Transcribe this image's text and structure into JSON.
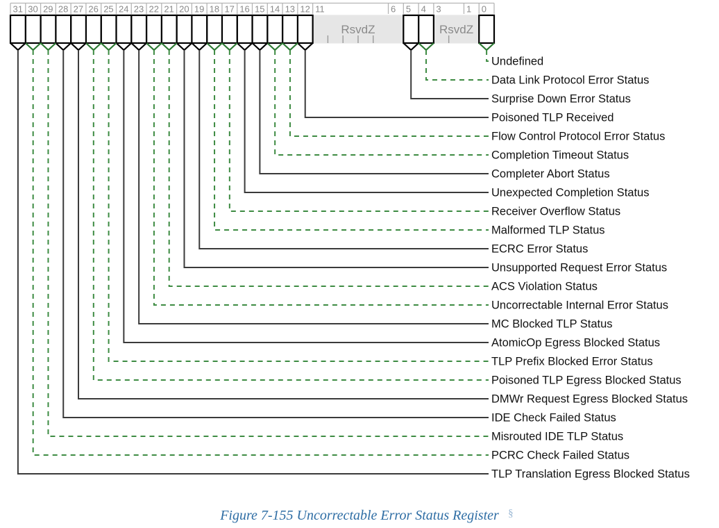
{
  "figure": {
    "caption": "Figure 7-155 Uncorrectable Error Status Register",
    "caption_mark": "§",
    "register_width_bits": 32,
    "reserved_label": "RsvdZ",
    "colors": {
      "solid_leader": "#3a3a3a",
      "dashed_leader": "#3d8b42",
      "reserved_fill": "#e6e6e6",
      "bit_number": "#8a8a8a",
      "caption": "#2e6da4",
      "caption_mark": "#9bb8d4",
      "cell_stroke": "#000000"
    }
  },
  "bit_ruler": {
    "numbers": [
      "31",
      "30",
      "29",
      "28",
      "27",
      "26",
      "25",
      "24",
      "23",
      "22",
      "21",
      "20",
      "19",
      "18",
      "17",
      "16",
      "15",
      "14",
      "13",
      "12",
      "11",
      "6",
      "5",
      "4",
      "3",
      "1",
      "0"
    ]
  },
  "reserved_fields": [
    {
      "name": "RsvdZ",
      "high_bit": 11,
      "low_bit": 6,
      "label": "RsvdZ"
    },
    {
      "name": "RsvdZ",
      "high_bit": 3,
      "low_bit": 1,
      "label": "RsvdZ"
    }
  ],
  "bit_fields": [
    {
      "bit": 0,
      "label": "Undefined",
      "line_style": "dashed"
    },
    {
      "bit": 4,
      "label": "Data Link Protocol Error Status",
      "line_style": "dashed"
    },
    {
      "bit": 5,
      "label": "Surprise Down Error Status",
      "line_style": "solid"
    },
    {
      "bit": 12,
      "label": "Poisoned TLP Received",
      "line_style": "solid"
    },
    {
      "bit": 13,
      "label": "Flow Control Protocol Error Status",
      "line_style": "dashed"
    },
    {
      "bit": 14,
      "label": "Completion Timeout Status",
      "line_style": "dashed"
    },
    {
      "bit": 15,
      "label": "Completer Abort Status",
      "line_style": "solid"
    },
    {
      "bit": 16,
      "label": "Unexpected Completion Status",
      "line_style": "solid"
    },
    {
      "bit": 17,
      "label": "Receiver Overflow Status",
      "line_style": "dashed"
    },
    {
      "bit": 18,
      "label": "Malformed TLP Status",
      "line_style": "dashed"
    },
    {
      "bit": 19,
      "label": "ECRC Error Status",
      "line_style": "solid"
    },
    {
      "bit": 20,
      "label": "Unsupported Request Error Status",
      "line_style": "solid"
    },
    {
      "bit": 21,
      "label": "ACS Violation Status",
      "line_style": "dashed"
    },
    {
      "bit": 22,
      "label": "Uncorrectable Internal Error Status",
      "line_style": "dashed"
    },
    {
      "bit": 23,
      "label": "MC Blocked TLP Status",
      "line_style": "solid"
    },
    {
      "bit": 24,
      "label": "AtomicOp Egress Blocked Status",
      "line_style": "solid"
    },
    {
      "bit": 25,
      "label": "TLP Prefix Blocked Error Status",
      "line_style": "dashed"
    },
    {
      "bit": 26,
      "label": "Poisoned TLP Egress Blocked Status",
      "line_style": "dashed"
    },
    {
      "bit": 27,
      "label": "DMWr Request Egress Blocked Status",
      "line_style": "solid"
    },
    {
      "bit": 28,
      "label": "IDE Check Failed Status",
      "line_style": "solid"
    },
    {
      "bit": 29,
      "label": "Misrouted IDE TLP Status",
      "line_style": "dashed"
    },
    {
      "bit": 30,
      "label": "PCRC Check Failed Status",
      "line_style": "dashed"
    },
    {
      "bit": 31,
      "label": "TLP Translation Egress Blocked Status",
      "line_style": "solid"
    }
  ]
}
